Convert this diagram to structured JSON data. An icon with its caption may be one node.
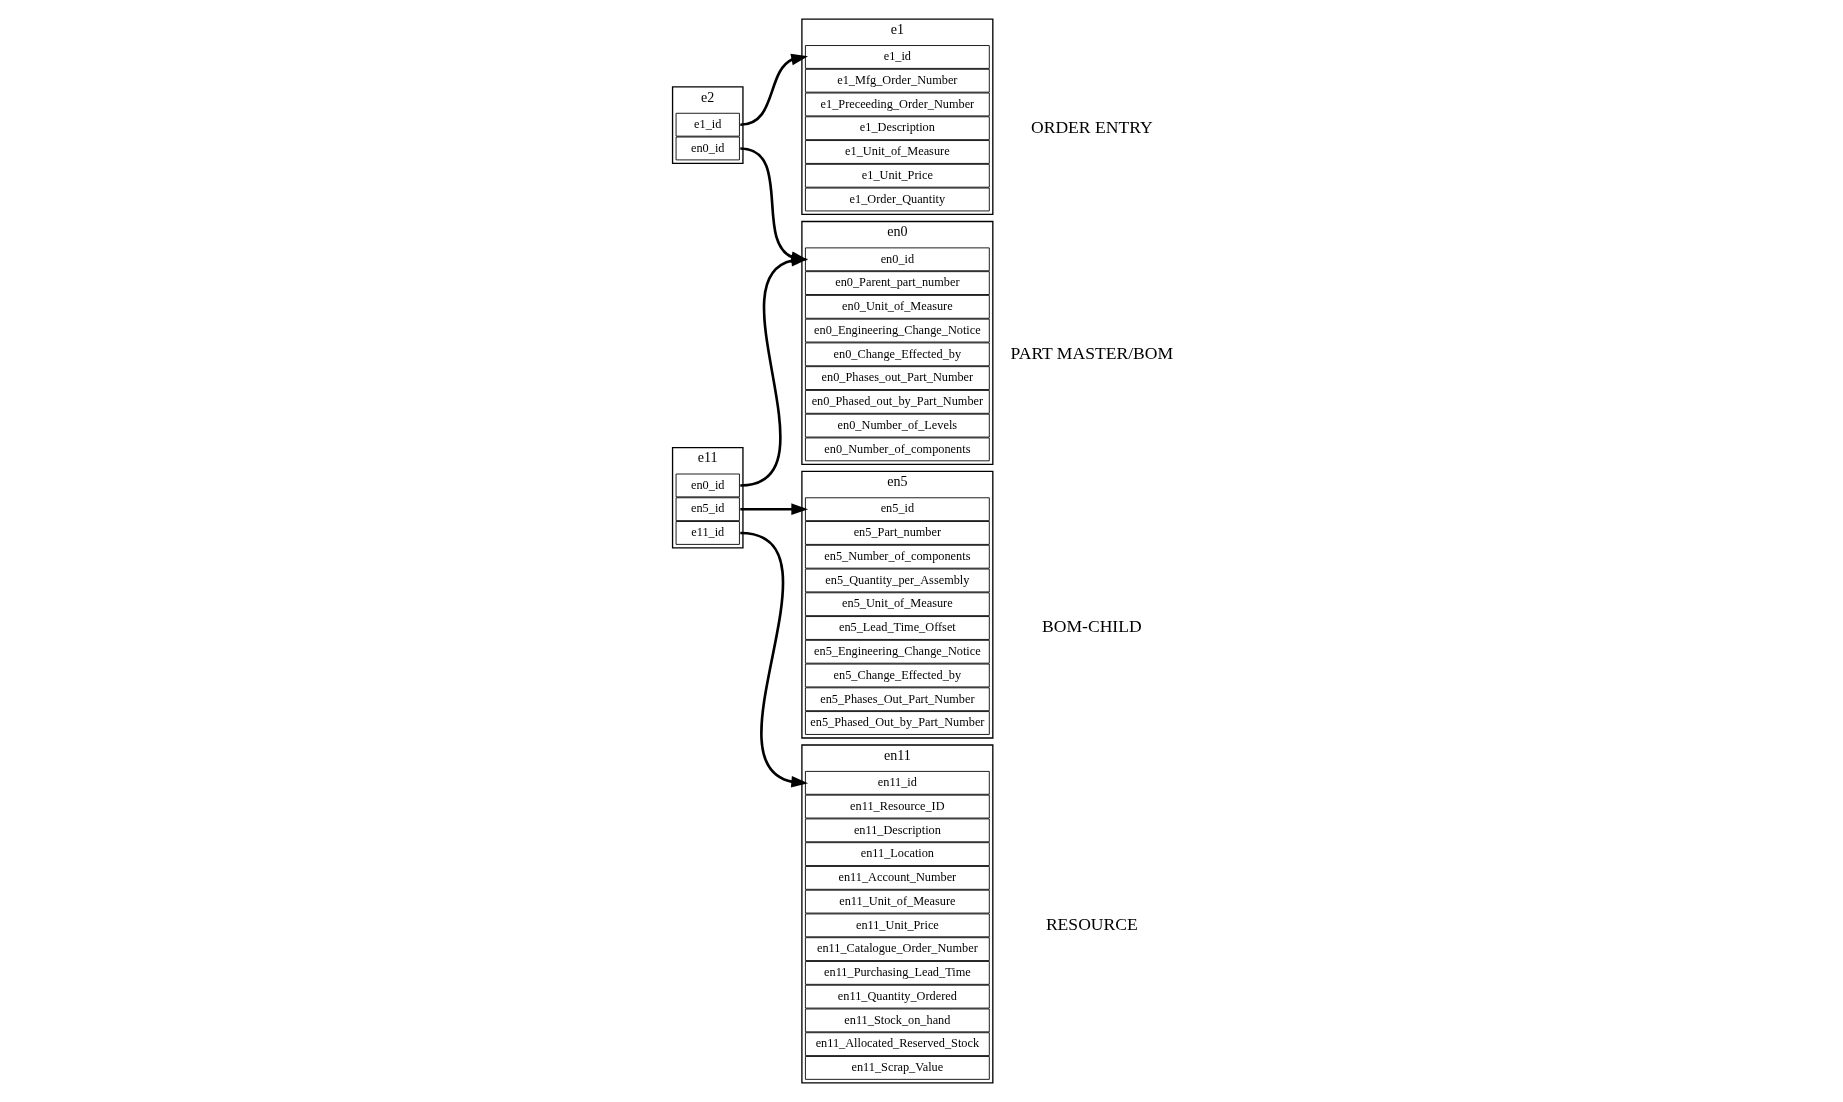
{
  "diagram": {
    "nodes": [
      {
        "text": [
          "e1"
        ],
        "beside": [
          "ORDER ENTRY"
        ]
      },
      {
        "text": [
          "e1_id"
        ],
        "in": 0
      },
      {
        "text": [
          "e1_Mfg_Order_Number"
        ],
        "in": 0
      },
      {
        "text": [
          "e1_Preceeding_Order_Number"
        ],
        "in": 0
      },
      {
        "text": [
          "e1_Description"
        ],
        "in": 0
      },
      {
        "text": [
          "e1_Unit_of_Measure"
        ],
        "in": 0
      },
      {
        "text": [
          "e1_Unit_Price"
        ],
        "in": 0
      },
      {
        "text": [
          "e1_Order_Quantity"
        ],
        "in": 0
      },
      {
        "text": [
          "e2"
        ]
      },
      {
        "text": [
          "e1_id"
        ],
        "in": 8
      },
      {
        "text": [
          "en0_id"
        ],
        "in": 8
      },
      {
        "text": [
          "en0"
        ],
        "beside": [
          "PART MASTER/BOM"
        ]
      },
      {
        "text": [
          "en0_id"
        ],
        "in": 11
      },
      {
        "text": [
          "en0_Parent_part_number"
        ],
        "in": 11
      },
      {
        "text": [
          "en0_Unit_of_Measure"
        ],
        "in": 11
      },
      {
        "text": [
          "en0_Engineering_Change_Notice"
        ],
        "in": 11
      },
      {
        "text": [
          "en0_Change_Effected_by"
        ],
        "in": 11
      },
      {
        "text": [
          "en0_Phases_out_Part_Number"
        ],
        "in": 11
      },
      {
        "text": [
          "en0_Phased_out_by_Part_Number"
        ],
        "in": 11
      },
      {
        "text": [
          "en0_Number_of_Levels"
        ],
        "in": 11
      },
      {
        "text": [
          "en0_Number_of_components"
        ],
        "in": 11
      },
      {
        "text": [
          "e11"
        ]
      },
      {
        "text": [
          "en0_id"
        ],
        "in": 21
      },
      {
        "text": [
          "en5_id"
        ],
        "in": 21
      },
      {
        "text": [
          "e11_id"
        ],
        "in": 21
      },
      {
        "text": [
          "en5"
        ],
        "beside": [
          "BOM-CHILD"
        ]
      },
      {
        "text": [
          "en5_id"
        ],
        "in": 25
      },
      {
        "text": [
          "en5_Part_number"
        ],
        "in": 25
      },
      {
        "text": [
          "en5_Number_of_components"
        ],
        "in": 25
      },
      {
        "text": [
          "en5_Quantity_per_Assembly"
        ],
        "in": 25
      },
      {
        "text": [
          "en5_Unit_of_Measure"
        ],
        "in": 25
      },
      {
        "text": [
          "en5_Lead_Time_Offset"
        ],
        "in": 25
      },
      {
        "text": [
          "en5_Engineering_Change_Notice"
        ],
        "in": 25
      },
      {
        "text": [
          "en5_Change_Effected_by"
        ],
        "in": 25
      },
      {
        "text": [
          "en5_Phases_Out_Part_Number"
        ],
        "in": 25
      },
      {
        "text": [
          "en5_Phased_Out_by_Part_Number"
        ],
        "in": 25
      },
      {
        "text": [
          "en11"
        ],
        "beside": [
          "RESOURCE"
        ]
      },
      {
        "text": [
          "en11_id"
        ],
        "in": 36
      },
      {
        "text": [
          "en11_Resource_ID"
        ],
        "in": 36
      },
      {
        "text": [
          "en11_Description"
        ],
        "in": 36
      },
      {
        "text": [
          "en11_Location"
        ],
        "in": 36
      },
      {
        "text": [
          "en11_Account_Number"
        ],
        "in": 36
      },
      {
        "text": [
          "en11_Unit_of_Measure"
        ],
        "in": 36
      },
      {
        "text": [
          "en11_Unit_Price"
        ],
        "in": 36
      },
      {
        "text": [
          "en11_Catalogue_Order_Number"
        ],
        "in": 36
      },
      {
        "text": [
          "en11_Purchasing_Lead_Time"
        ],
        "in": 36
      },
      {
        "text": [
          "en11_Quantity_Ordered"
        ],
        "in": 36
      },
      {
        "text": [
          "en11_Stock_on_hand"
        ],
        "in": 36
      },
      {
        "text": [
          "en11_Allocated_Reserved_Stock"
        ],
        "in": 36
      },
      {
        "text": [
          "en11_Scrap_Value"
        ],
        "in": 36
      }
    ],
    "edges": [
      {
        "from": 9,
        "to": 1,
        "arrow": "to"
      },
      {
        "from": 10,
        "to": 12,
        "arrow": "to"
      },
      {
        "from": 22,
        "to": 12,
        "arrow": "to"
      },
      {
        "from": 23,
        "to": 26,
        "arrow": "to"
      },
      {
        "from": 24,
        "to": 37,
        "arrow": "to"
      }
    ]
  }
}
